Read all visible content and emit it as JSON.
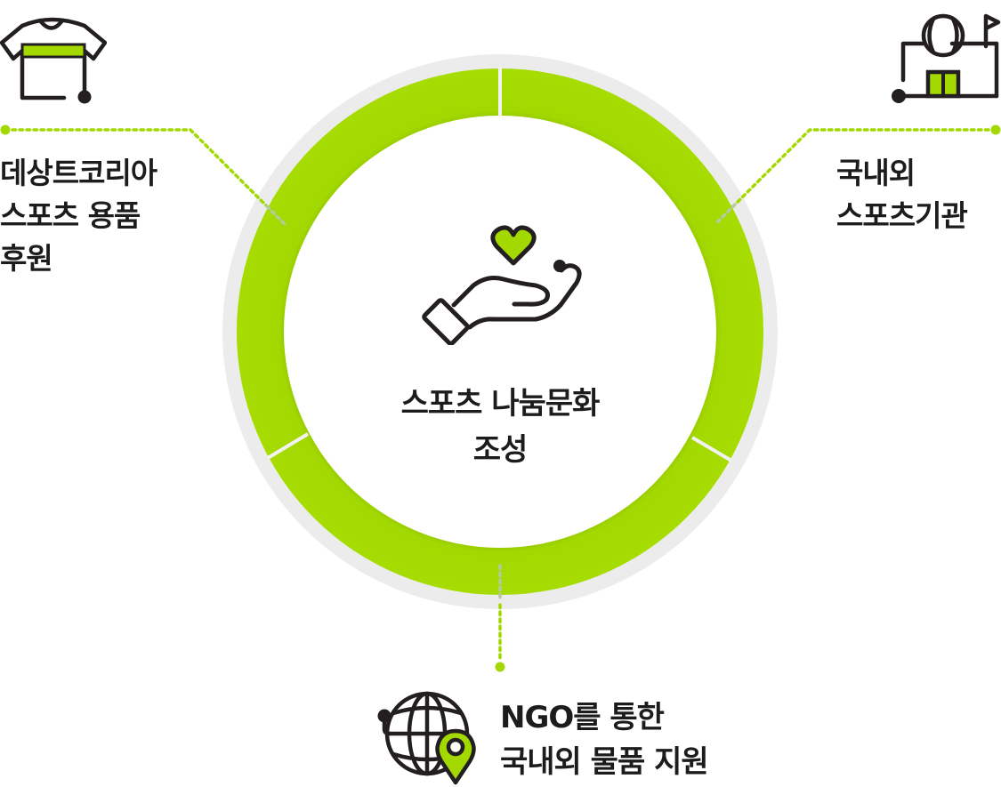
{
  "center": {
    "title_line1": "스포츠 나눔문화",
    "title_line2": "조성",
    "icon": "hand-heart-icon"
  },
  "nodes": [
    {
      "id": "apparel",
      "icon": "jersey-icon",
      "lines": [
        "데상트코리아",
        "스포츠 용품",
        "후원"
      ],
      "position": "top-left"
    },
    {
      "id": "institutions",
      "icon": "sports-facility-icon",
      "lines": [
        "국내외",
        "스포츠기관"
      ],
      "position": "top-right"
    },
    {
      "id": "ngo",
      "icon": "globe-pin-icon",
      "lines": [
        "NGO를 통한",
        "국내외 물품 지원"
      ],
      "position": "bottom"
    }
  ],
  "colors": {
    "accent_green": "#a3d900",
    "ring_gray": "#ececec",
    "icon_stroke": "#231f20",
    "text": "#1c1c1c"
  }
}
